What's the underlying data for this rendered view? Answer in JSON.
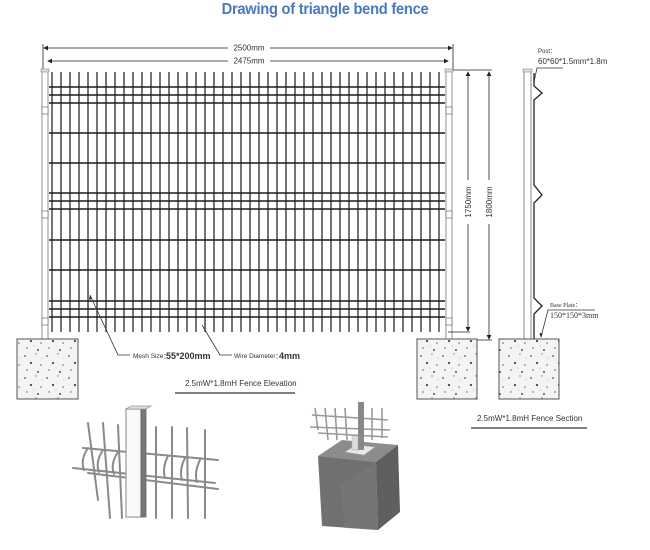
{
  "title": "Drawing of triangle bend fence",
  "colors": {
    "title": "#4a78bd",
    "line": "#222222",
    "post": "#888888",
    "concrete": "#f2f2f2",
    "block_3d": "#7d7d7d"
  },
  "elevation": {
    "caption": "2.5mW*1.8mH Fence Elevation",
    "overall_width": "2500mm",
    "panel_width": "2475mm",
    "panel_height": "1750mm",
    "overall_height": "1800mm",
    "mesh_size_label": "Mesh Size：",
    "mesh_size_value": "55*200mm",
    "wire_diameter_label": "Wire Diameter：",
    "wire_diameter_value": "4mm"
  },
  "section": {
    "caption": "2.5mW*1.8mH Fence Section",
    "post_label": "Post：",
    "post_value": "60*60*1.5mm*1.8m",
    "base_plate_label": "Base Plate：",
    "base_plate_value": "150*150*3mm"
  },
  "illustrations": [
    {
      "name": "fence-post-clip-3d",
      "description": "3D view of panel attached to post"
    },
    {
      "name": "base-plate-concrete-3d",
      "description": "3D view of post base plate on concrete block"
    }
  ]
}
